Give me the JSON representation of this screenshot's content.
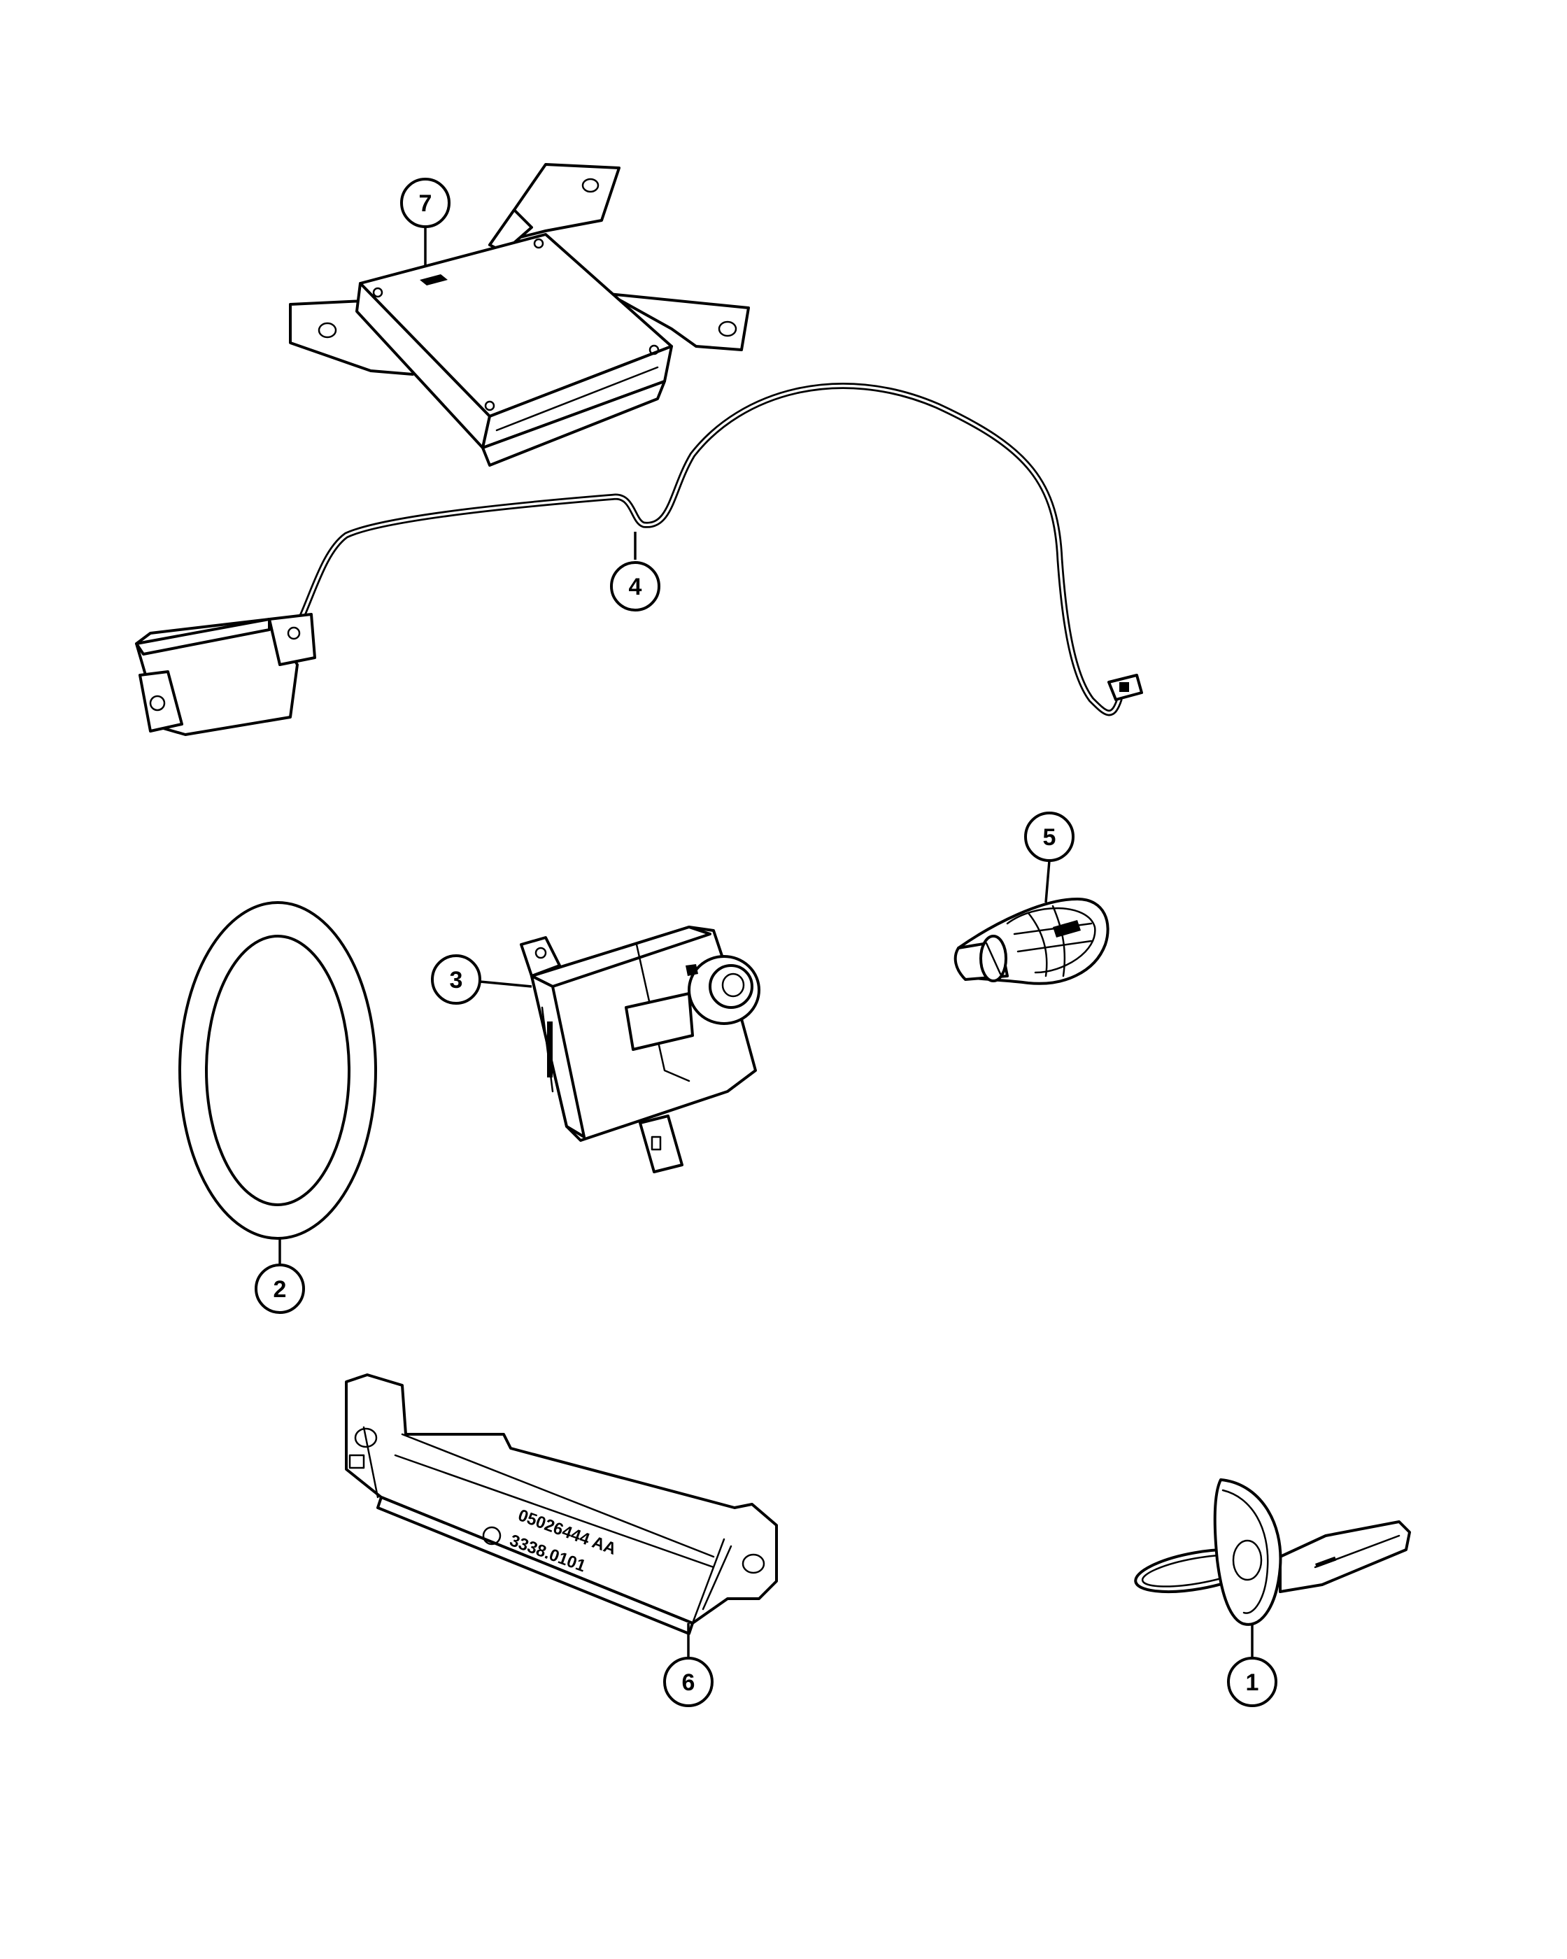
{
  "diagram": {
    "callouts": [
      {
        "id": "1",
        "label": "1"
      },
      {
        "id": "2",
        "label": "2"
      },
      {
        "id": "3",
        "label": "3"
      },
      {
        "id": "4",
        "label": "4"
      },
      {
        "id": "5",
        "label": "5"
      },
      {
        "id": "6",
        "label": "6"
      },
      {
        "id": "7",
        "label": "7"
      }
    ],
    "part6_stamp": {
      "line1": "05026444 AA",
      "line2": "3338.0101"
    },
    "colors": {
      "line": "#000000",
      "background": "#ffffff"
    }
  }
}
